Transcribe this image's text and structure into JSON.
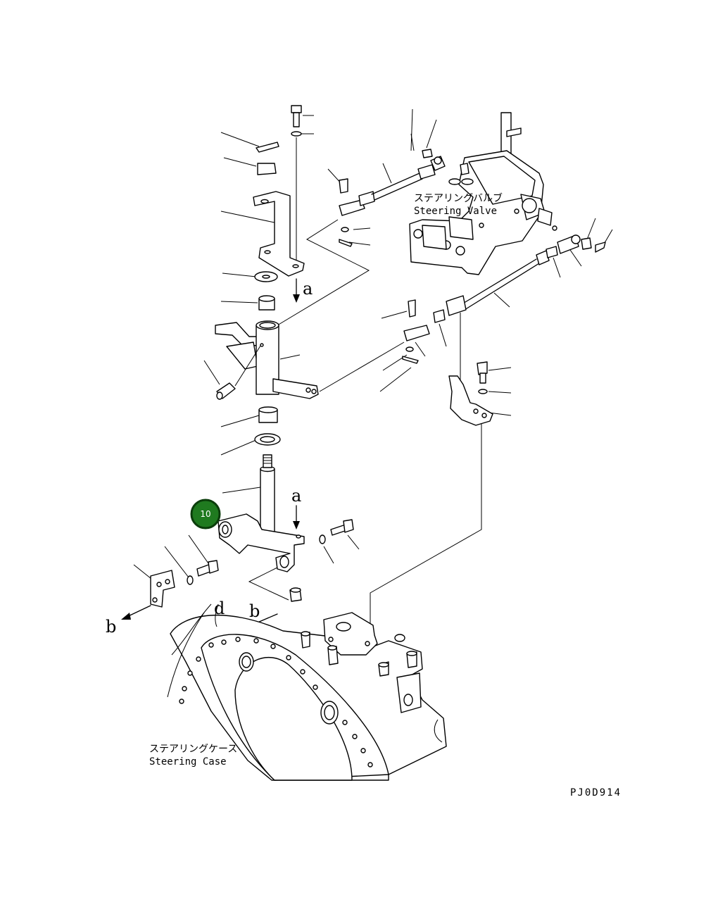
{
  "labels": {
    "valve_jp": "ステアリングバルブ",
    "valve_en": "Steering Valve",
    "case_jp": "ステアリングケース",
    "case_en": "Steering Case",
    "ref_a": "a",
    "ref_b": "b",
    "ref_d": "d",
    "drawing_code": "PJ0D914"
  },
  "highlight": {
    "number": "10",
    "color": "#1f7a1f",
    "ring_color": "#0b3d0b"
  }
}
